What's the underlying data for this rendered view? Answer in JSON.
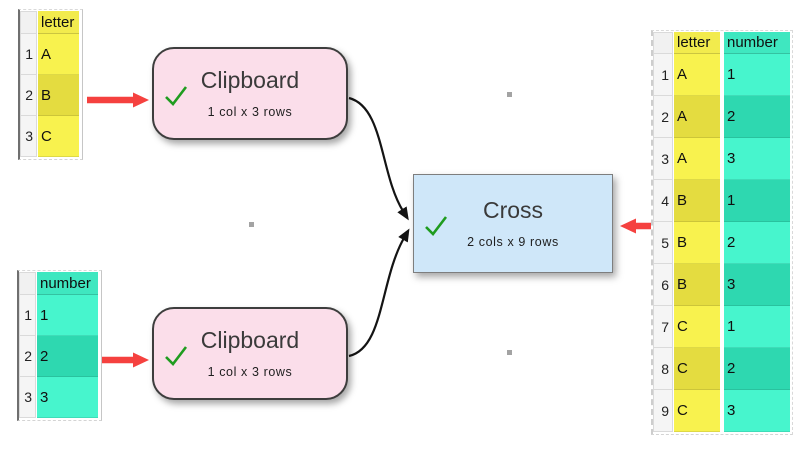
{
  "colors": {
    "checkmark": "#1f9c1f",
    "red_arrow": "#f5413f",
    "connector": "#141414",
    "grid_dot": "#a3a3a3",
    "node_clipboard_fill": "#fbdeea",
    "node_cross_fill": "#cfe7f9",
    "yellow_header": "#f2eb4d",
    "yellow_light": "#f8f24e",
    "yellow_dark": "#e4dc40",
    "teal_header": "#3fe7c0",
    "teal_light": "#47f5cd",
    "teal_dark": "#2ed8b0"
  },
  "nodes": {
    "clipboard1": {
      "title": "Clipboard",
      "subtitle": "1 col x 3 rows",
      "status_icon": "checkmark-icon"
    },
    "clipboard2": {
      "title": "Clipboard",
      "subtitle": "1 col x 3 rows",
      "status_icon": "checkmark-icon"
    },
    "cross": {
      "title": "Cross",
      "subtitle": "2 cols x 9 rows",
      "status_icon": "checkmark-icon"
    }
  },
  "tables": {
    "letter": {
      "row_numbers": [
        "1",
        "2",
        "3"
      ],
      "columns": [
        {
          "header": "letter",
          "palette": "yellow",
          "values": [
            "A",
            "B",
            "C"
          ]
        }
      ]
    },
    "number": {
      "row_numbers": [
        "1",
        "2",
        "3"
      ],
      "columns": [
        {
          "header": "number",
          "palette": "teal",
          "values": [
            "1",
            "2",
            "3"
          ]
        }
      ]
    },
    "result": {
      "row_numbers": [
        "1",
        "2",
        "3",
        "4",
        "5",
        "6",
        "7",
        "8",
        "9"
      ],
      "columns": [
        {
          "header": "letter",
          "palette": "yellow",
          "values": [
            "A",
            "A",
            "A",
            "B",
            "B",
            "B",
            "C",
            "C",
            "C"
          ]
        },
        {
          "header": "number",
          "palette": "teal",
          "values": [
            "1",
            "2",
            "3",
            "1",
            "2",
            "3",
            "1",
            "2",
            "3"
          ]
        }
      ]
    }
  }
}
